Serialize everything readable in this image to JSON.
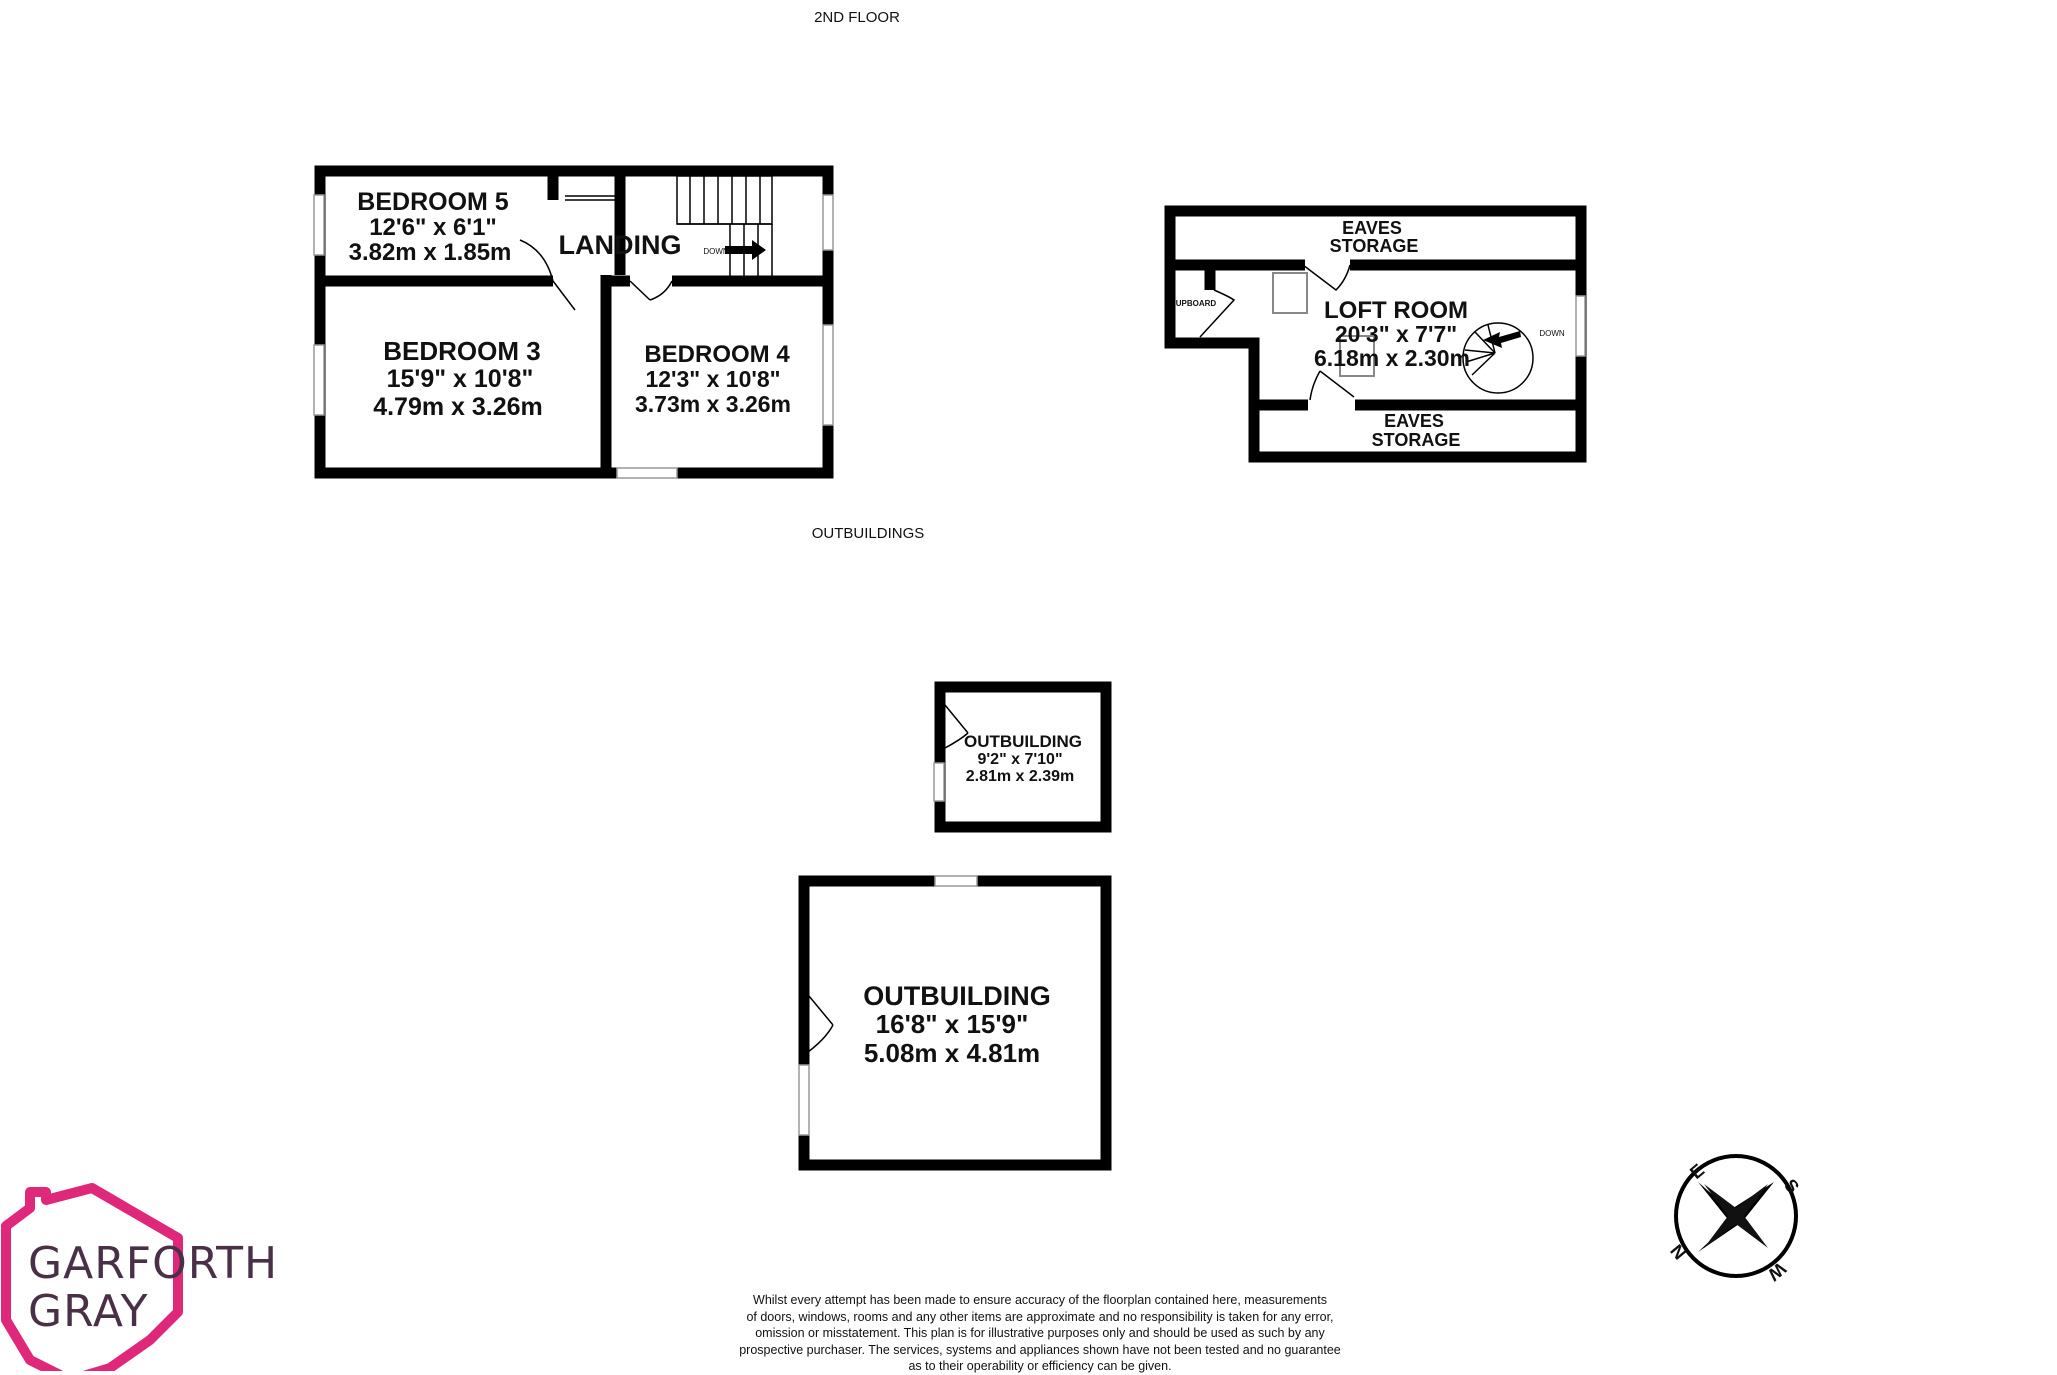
{
  "sections": {
    "second_floor": "2ND FLOOR",
    "outbuildings": "OUTBUILDINGS"
  },
  "rooms": {
    "bedroom5": {
      "name": "BEDROOM 5",
      "imperial": "12'6\"  x 6'1\"",
      "metric": "3.82m  x 1.85m"
    },
    "landing": {
      "name": "LANDING"
    },
    "bedroom3": {
      "name": "BEDROOM 3",
      "imperial": "15'9\"  x 10'8\"",
      "metric": "4.79m  x 3.26m"
    },
    "bedroom4": {
      "name": "BEDROOM 4",
      "imperial": "12'3\"  x 10'8\"",
      "metric": "3.73m  x 3.26m"
    },
    "loft": {
      "name": "LOFT ROOM",
      "imperial": "20'3\"  x 7'7\"",
      "metric": "6.18m  x 2.30m"
    },
    "eaves_top": {
      "line1": "EAVES",
      "line2": "STORAGE"
    },
    "eaves_bottom": {
      "line1": "EAVES",
      "line2": "STORAGE"
    },
    "cupboard": {
      "name": "UPBOARD"
    },
    "outbuilding_small": {
      "name": "OUTBUILDING",
      "imperial": "9'2\"  x 7'10\"",
      "metric": "2.81m  x 2.39m"
    },
    "outbuilding_large": {
      "name": "OUTBUILDING",
      "imperial": "16'8\"  x 15'9\"",
      "metric": "5.08m  x 4.81m"
    }
  },
  "stairs": {
    "down_label": "DOWN",
    "loft_down_label": "DOWN"
  },
  "compass": {
    "n": "N",
    "e": "E",
    "s": "S",
    "w": "W"
  },
  "logo": {
    "line1": "GARFORTH",
    "line2": "GRAY",
    "color": "#e0287a"
  },
  "disclaimer": [
    "Whilst every attempt has been made to ensure accuracy of the floorplan contained here, measurements",
    "of doors, windows, rooms and any other items are approximate and no responsibility is taken for any error,",
    "omission or misstatement. This plan is for illustrative purposes only and should be used as such by any",
    "prospective purchaser. The services, systems and appliances shown have not been tested and no guarantee",
    "as to their operability or efficiency can be given."
  ]
}
